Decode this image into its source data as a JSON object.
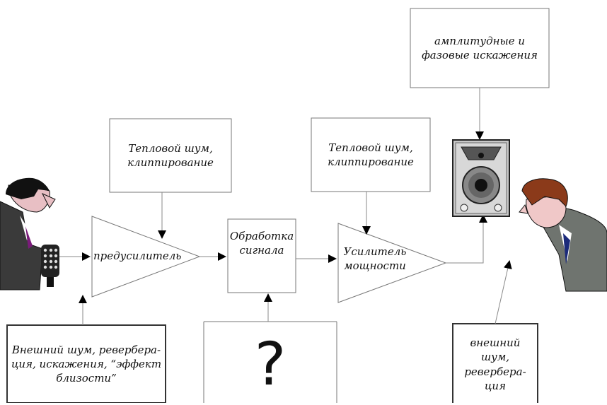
{
  "noise_top_right": "амплитудные и\nфазовые искажения",
  "noise_preamp": "Тепловой шум,\nклиппирование",
  "noise_power_amp": "Тепловой шум,\nклиппирование",
  "noise_mic": "Внешний шум, реверберa-\nция, искажения, “эффект\nблизости”",
  "noise_listener": "внешний\nшум, реверберa-\nция",
  "preamp_label": "предусилитель",
  "processing_label": "Обработка\nсигнала",
  "power_amp_label": "Усилитель\nмощности",
  "unknown_symbol": "?"
}
